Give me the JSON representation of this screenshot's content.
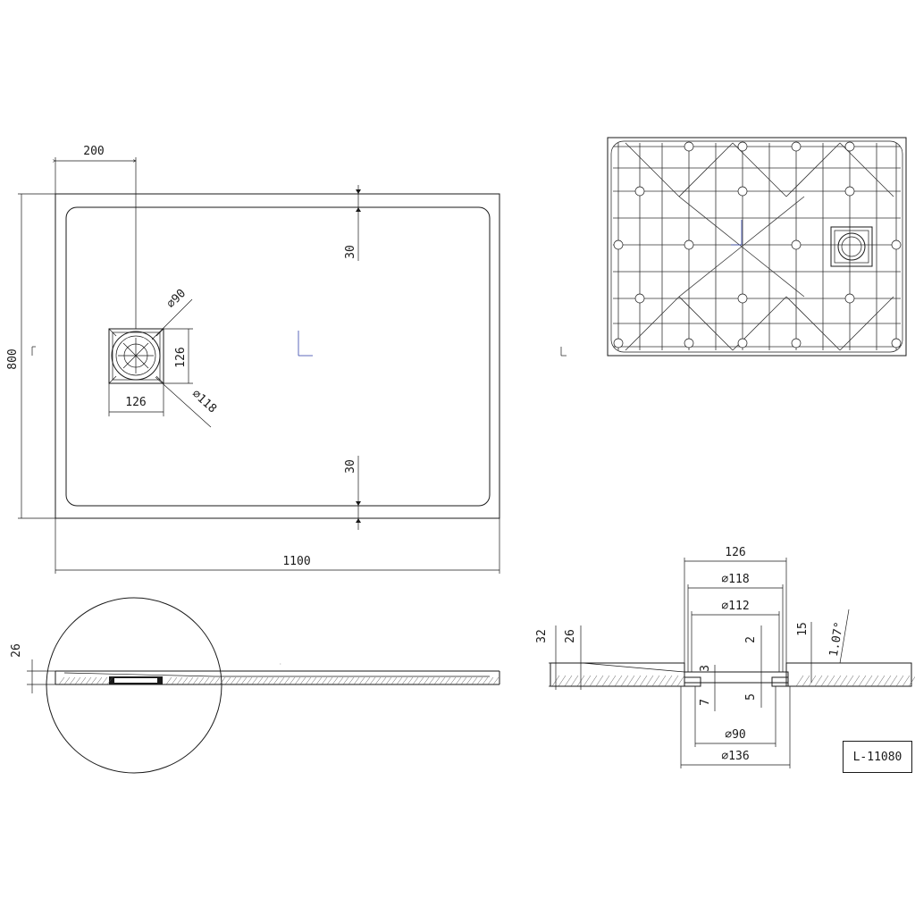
{
  "drawing_code": "L-11080",
  "top_view": {
    "dim_drain_offset": "200",
    "dim_overall_width": "1100",
    "dim_overall_depth": "800",
    "dim_rim_top": "30",
    "dim_rim_bottom": "30",
    "dim_drain_box_h": "126",
    "dim_drain_box_w": "126",
    "dim_drain_inner_dia": "∅90",
    "dim_drain_outer_dia": "∅118"
  },
  "side_view": {
    "dim_thickness": "26"
  },
  "section_view": {
    "dim_total_height": "32",
    "dim_inner_height": "26",
    "dim_126": "126",
    "dim_118": "∅118",
    "dim_112": "∅112",
    "dim_2": "2",
    "dim_15": "15",
    "dim_slope": "1.07°",
    "dim_3": "3",
    "dim_7": "7",
    "dim_5": "5",
    "dim_90": "∅90",
    "dim_136": "∅136"
  }
}
